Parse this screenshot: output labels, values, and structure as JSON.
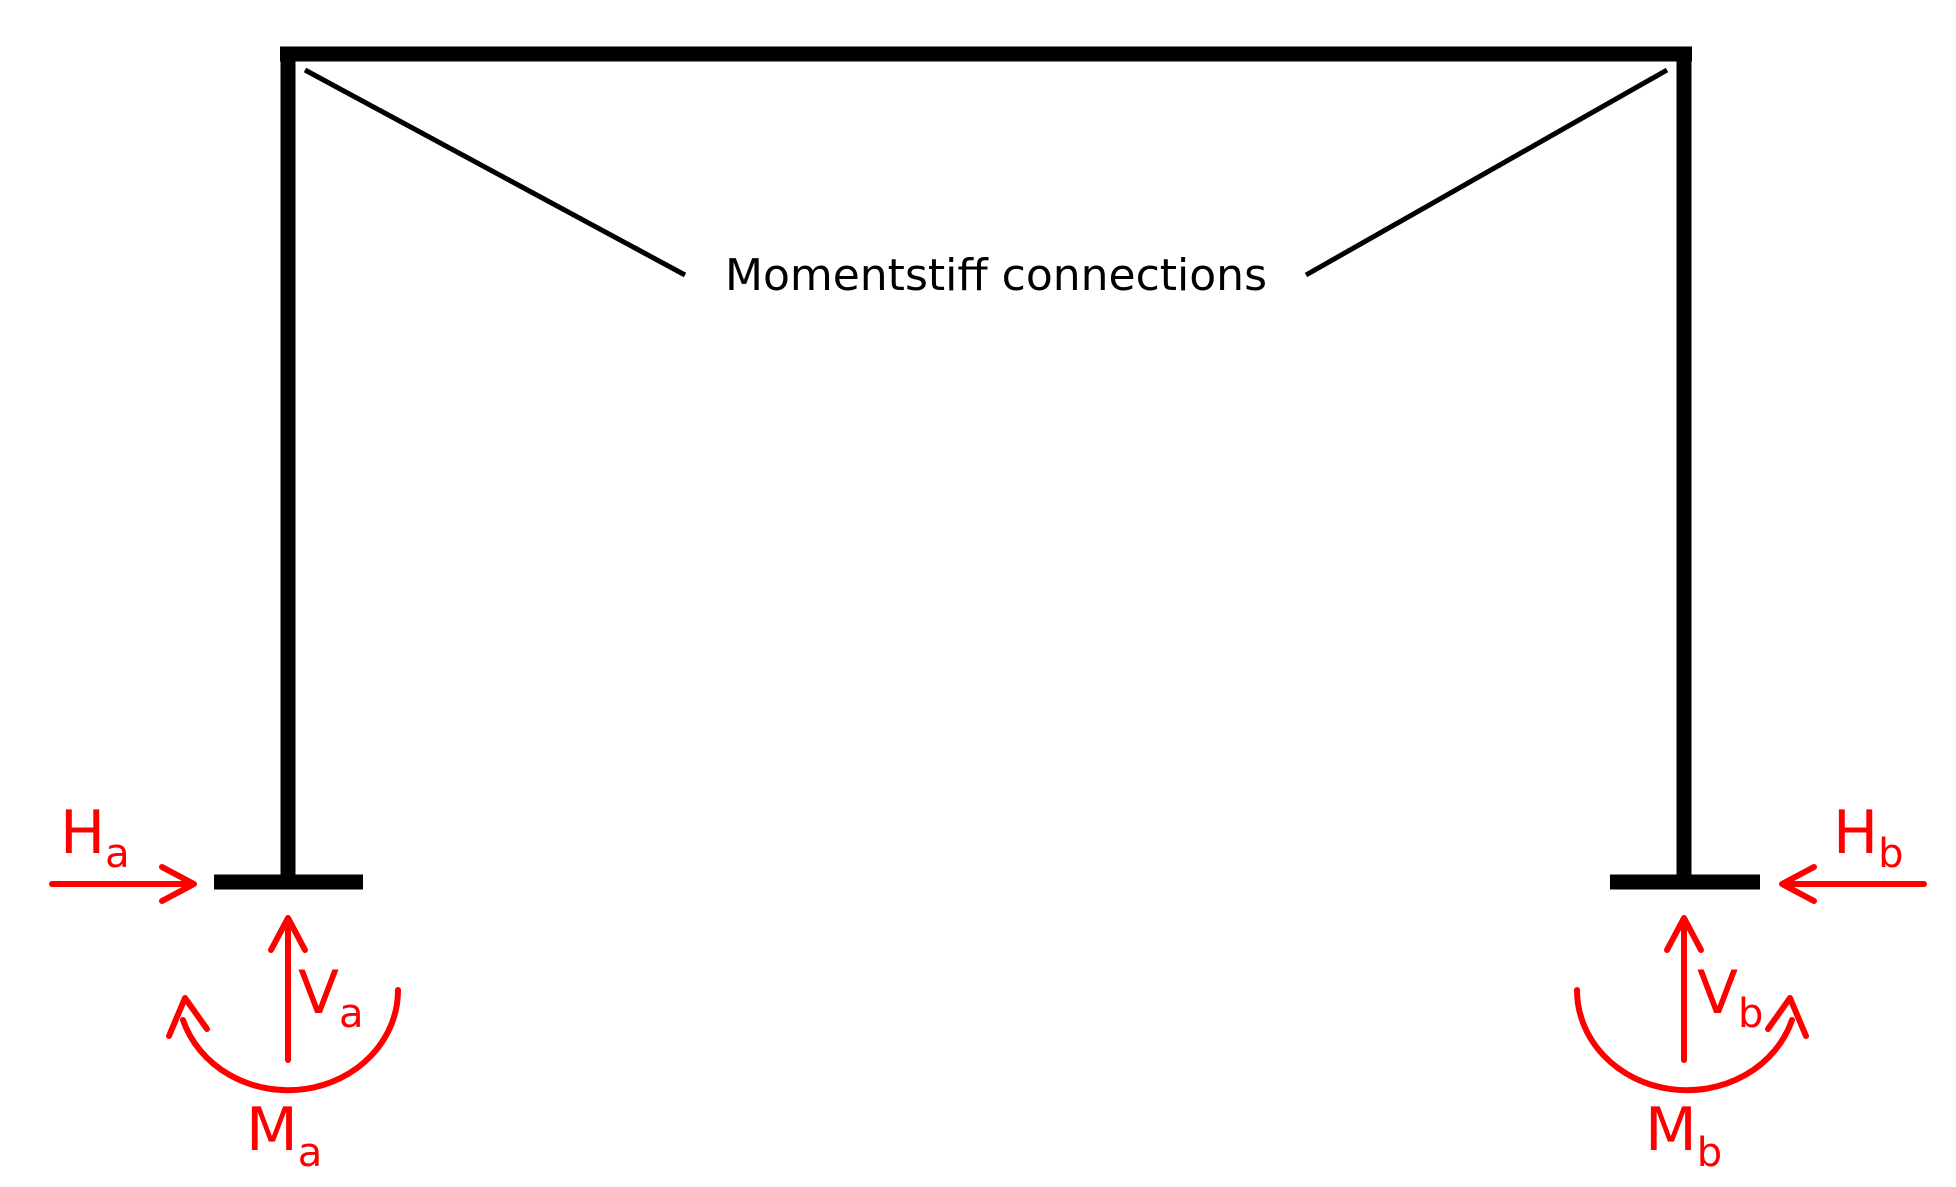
{
  "annotation": {
    "text": "Momentstiff connections"
  },
  "reactions": {
    "a": {
      "horizontal": {
        "symbol": "H",
        "sub": "a"
      },
      "vertical": {
        "symbol": "V",
        "sub": "a"
      },
      "moment": {
        "symbol": "M",
        "sub": "a"
      }
    },
    "b": {
      "horizontal": {
        "symbol": "H",
        "sub": "b"
      },
      "vertical": {
        "symbol": "V",
        "sub": "b"
      },
      "moment": {
        "symbol": "M",
        "sub": "b"
      }
    }
  },
  "colors": {
    "frame": "#000000",
    "reaction": "#ff0000"
  }
}
